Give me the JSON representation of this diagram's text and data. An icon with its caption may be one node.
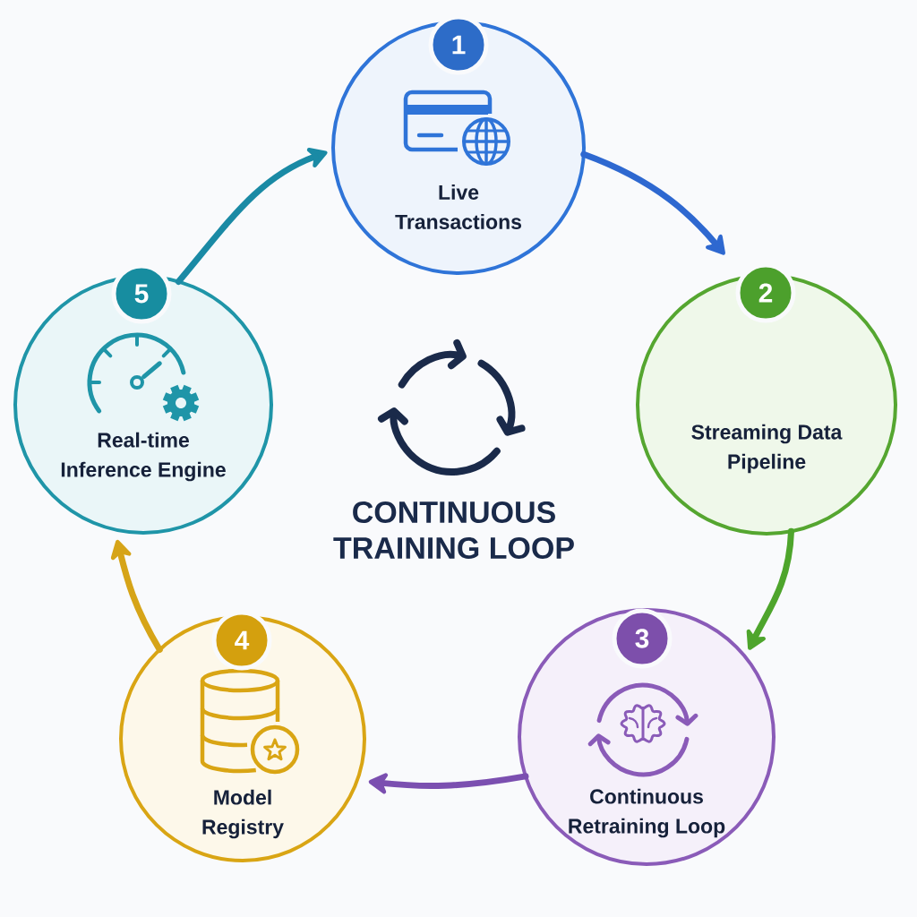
{
  "diagram": {
    "title": "CONTINUOUS TRAINING LOOP",
    "nodes": [
      {
        "text": [
          "1",
          "Live Transactions"
        ]
      },
      {
        "text": [
          "2",
          "Streaming Data Pipeline"
        ]
      },
      {
        "text": [
          "3",
          "Continuous Retraining Loop"
        ]
      },
      {
        "text": [
          "4",
          "Model Registry"
        ]
      },
      {
        "text": [
          "5",
          "Real-time Inference Engine"
        ]
      }
    ],
    "edges": [
      {
        "from": 0,
        "to": 1,
        "arrow": "to",
        "color": "#2e68d0"
      },
      {
        "from": 1,
        "to": 2,
        "arrow": "to",
        "color": "#4ea52c"
      },
      {
        "from": 2,
        "to": 3,
        "arrow": "to",
        "color": "#7b4fb0"
      },
      {
        "from": 3,
        "to": 4,
        "arrow": "to",
        "color": "#d6a418"
      },
      {
        "from": 4,
        "to": 0,
        "arrow": "to",
        "color": "#1a8aa5"
      }
    ]
  }
}
